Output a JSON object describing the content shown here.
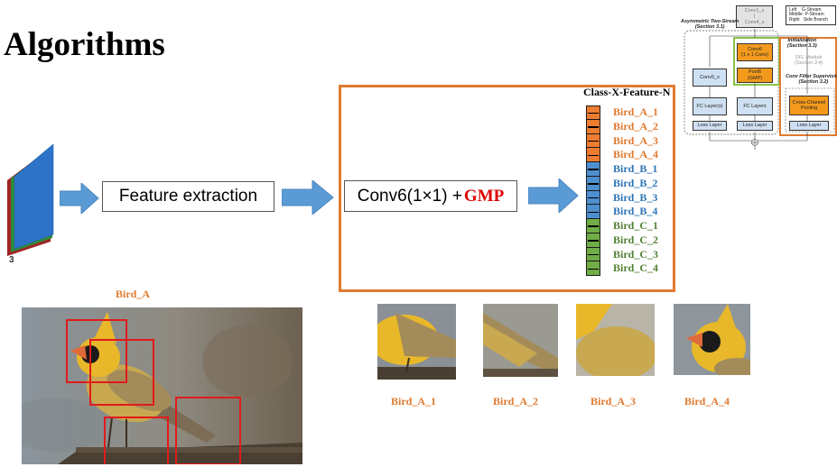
{
  "page": {
    "title": "Algorithms"
  },
  "pipeline": {
    "channel_count": "3",
    "feature_extraction": "Feature extraction",
    "conv_layer": "Conv6(1×1) +",
    "gmp": "GMP",
    "feature_title": "Class-X-Feature-N"
  },
  "features": [
    {
      "label": "Bird_A_1",
      "color": "#e07a30"
    },
    {
      "label": "Bird_A_2",
      "color": "#e07a30"
    },
    {
      "label": "Bird_A_3",
      "color": "#e07a30"
    },
    {
      "label": "Bird_A_4",
      "color": "#e07a30"
    },
    {
      "label": "Bird_B_1",
      "color": "#2e75b6"
    },
    {
      "label": "Bird_B_2",
      "color": "#2e75b6"
    },
    {
      "label": "Bird_B_3",
      "color": "#2e75b6"
    },
    {
      "label": "Bird_B_4",
      "color": "#2e75b6"
    },
    {
      "label": "Bird_C_1",
      "color": "#538135"
    },
    {
      "label": "Bird_C_2",
      "color": "#538135"
    },
    {
      "label": "Bird_C_3",
      "color": "#538135"
    },
    {
      "label": "Bird_C_4",
      "color": "#538135"
    }
  ],
  "cell_colors": [
    "#ed7d31",
    "#ed7d31",
    "#ed7d31",
    "#ed7d31",
    "#4e8fd0",
    "#4e8fd0",
    "#4e8fd0",
    "#4e8fd0",
    "#70ad47",
    "#70ad47",
    "#70ad47",
    "#70ad47"
  ],
  "bird": {
    "main_caption": "Bird_A",
    "crop_captions": [
      "Bird_A_1",
      "Bird_A_2",
      "Bird_A_3",
      "Bird_A_4"
    ]
  },
  "mini_diagram": {
    "input": "Conv1_x\n|\nConv4_x",
    "legend": [
      "Left    G-Stream",
      "Middle  P-Stream",
      "Right   Side Branch"
    ],
    "two_stream": "Asymmetric Two-Stream\n(Section 3.1)",
    "init": "Initialization\n(Section 3.3)",
    "dfl": "DFL Module\n(Section 3.4)",
    "supervision": "Conv Filter Supervision\n(Section 3.2)",
    "conv5": "Conv5_x",
    "conv6": "Conv6\n(1 x 1 Conv)",
    "pool6": "Pool6\n(GMP)",
    "fc_left": "FC Layer(s)",
    "fc_mid": "FC Layers",
    "ccp": "Cross-Channel\nPooling",
    "loss": "Loss Layer"
  },
  "colors": {
    "arrow": "#5b9bd5",
    "frame": "#e07a30",
    "crop": "#e21a1a",
    "gmp": "#e00000"
  }
}
